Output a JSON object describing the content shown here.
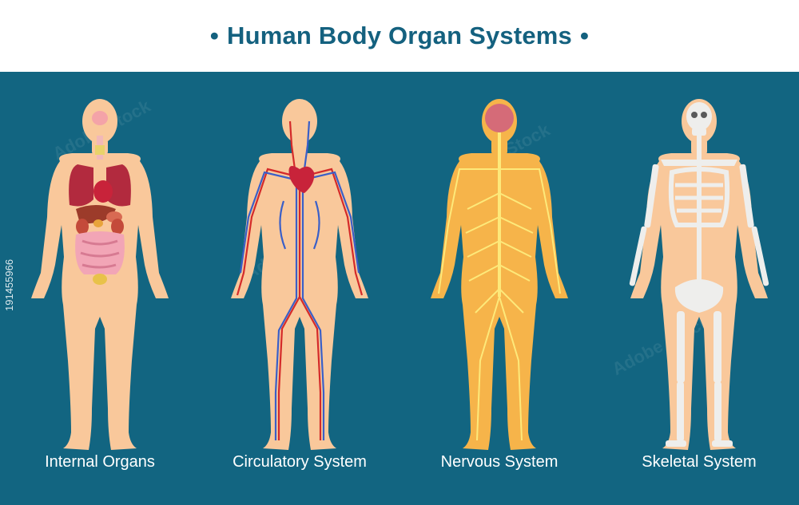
{
  "title": "Human Body Organ Systems",
  "title_bullet": "•",
  "figures": [
    {
      "caption": "Internal Organs"
    },
    {
      "caption": "Circulatory System"
    },
    {
      "caption": "Nervous System"
    },
    {
      "caption": "Skeletal System"
    }
  ],
  "stock_id": "191455966",
  "watermark_text": "Adobe Stock",
  "colors": {
    "panel": "#126581",
    "title": "#14617f",
    "skin": "#f9c89b",
    "nerve_body": "#f6b44a",
    "artery": "#d42a2a",
    "vein": "#3a5fc8",
    "bone": "#eeeeec"
  }
}
